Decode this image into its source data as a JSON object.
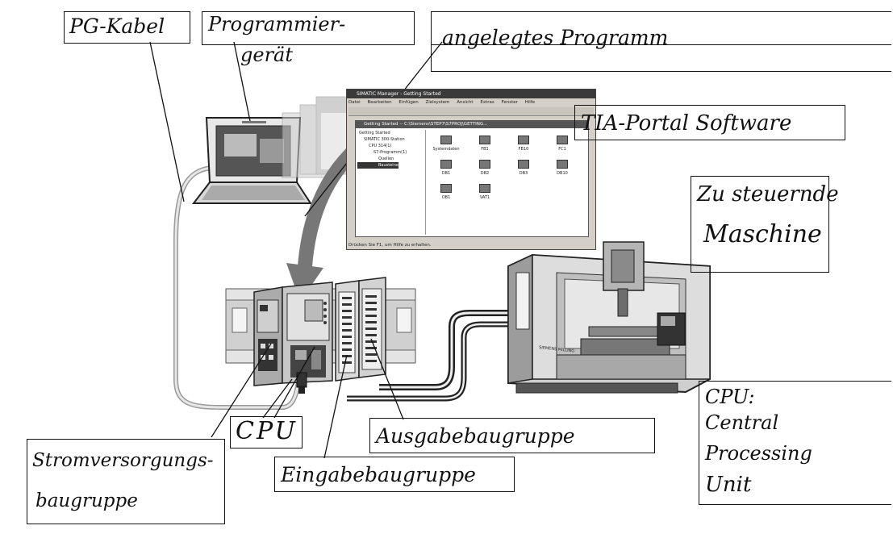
{
  "labels": {
    "pg_kabel": "PG-Kabel",
    "programmier_line1": "Programmier-",
    "programmier_line2": "gerät",
    "angelegtes": "angelegtes Programm",
    "tia": "TIA-Portal Software",
    "maschine_line1": "Zu steuernde",
    "maschine_line2": "Maschine",
    "cpu": "CPU",
    "ausgabe": "Ausgabebaugruppe",
    "eingabe": "Eingabebaugruppe",
    "strom_line1": "Stromversorgungs-",
    "strom_line2": "baugruppe",
    "cpu_def_line1": "CPU:",
    "cpu_def_line2": "Central",
    "cpu_def_line3": "Processing",
    "cpu_def_line4": "Unit"
  },
  "software_window": {
    "title": "SIMATIC Manager - Getting Started",
    "menu": [
      "Datei",
      "Bearbeiten",
      "Einfügen",
      "Zielsystem",
      "Ansicht",
      "Extras",
      "Fenster",
      "Hilfe"
    ],
    "inner_title": "Getting Started -- C:\\Siemens\\STEP7\\S7PROJ\\GETTING...",
    "tree": [
      "Getting Started",
      "SIMATIC 300-Station",
      "CPU 314(1)",
      "S7-Programm(1)",
      "Quellen",
      "Bausteine"
    ],
    "blocks": [
      "Systemdaten",
      "FB1",
      "FB10",
      "FC1",
      "DB1",
      "DB2",
      "DB3",
      "DB10",
      "OB1",
      "VAT1"
    ],
    "status": "Drücken Sie F1, um Hilfe zu erhalten."
  },
  "machine_badge": "SIEMENS MILLING"
}
